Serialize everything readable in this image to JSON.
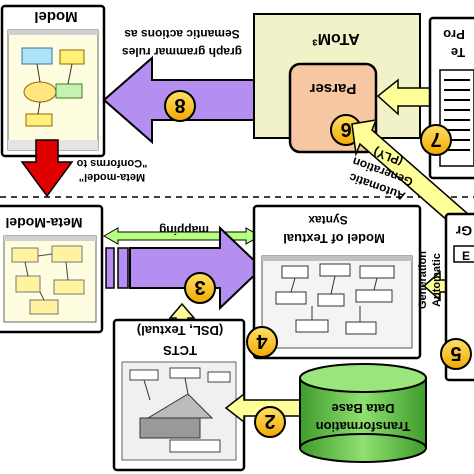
{
  "labels": {
    "model": "Model",
    "meta_model": "Meta-Model",
    "conforms_line1": "Meta-model\"",
    "conforms_line2": "\"Conforms to",
    "semantic_line1": "graph grammar rules",
    "semantic_line2": "Semantic actions as",
    "atom3": "AToM³",
    "parser": "Parser",
    "proc_partial_1": "Pro",
    "proc_partial_2": "Te",
    "gr_partial": "Gr",
    "mapping": "mapping",
    "syntax_line1": "Syntax",
    "syntax_line2": "Model of Textual",
    "auto_gen_line1": "Automatic",
    "auto_gen_line2": "Generation",
    "auto_gen_line3": "(PLY)",
    "gen_auto_line1": "Generation",
    "gen_auto_line2": "Automatic",
    "tcts": "TCTS",
    "dsl_textual": "(DSL, Textual)",
    "db_line1": "Data Base",
    "db_line2": "Transformation"
  },
  "steps": [
    "8",
    "6",
    "7",
    "3",
    "4",
    "5",
    "2"
  ],
  "colors": {
    "purple_arrow": "#b48ef0",
    "yellow_arrow": "#ffff99",
    "green_bar": "#b6ff80",
    "red_arrow": "#e00000",
    "parser_fill": "#f7c6a2",
    "atom_fill": "#f2f2c8",
    "db_green": "#7cd25a",
    "badge_yellow": "#ffcc00"
  }
}
